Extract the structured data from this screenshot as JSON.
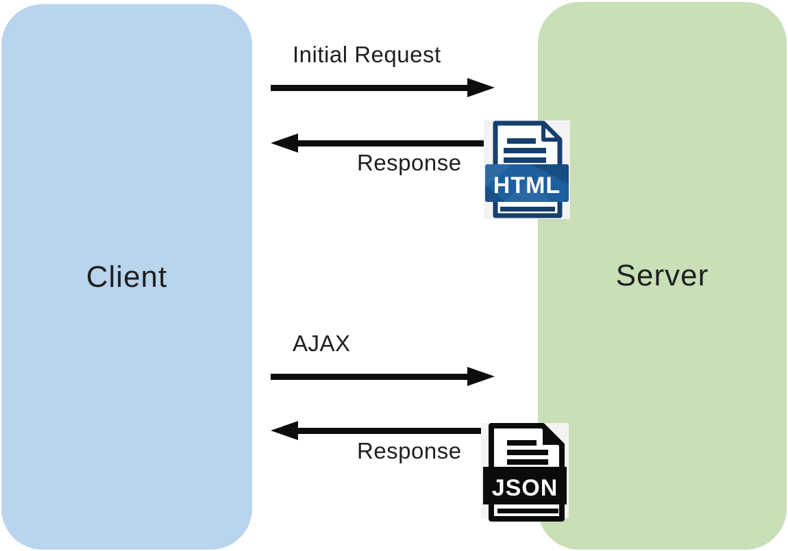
{
  "diagram": {
    "client": {
      "label": "Client"
    },
    "server": {
      "label": "Server"
    },
    "messages": [
      {
        "label": "Initial Request",
        "direction": "right"
      },
      {
        "label": "Response",
        "direction": "left",
        "payload": "HTML"
      },
      {
        "label": "AJAX",
        "direction": "right"
      },
      {
        "label": "Response",
        "direction": "left",
        "payload": "JSON"
      }
    ],
    "icons": {
      "html_file": {
        "label": "HTML"
      },
      "json_file": {
        "label": "JSON"
      }
    },
    "colors": {
      "client-fill": "#b9d4ed",
      "server-fill": "#c8dfb7",
      "text-ink": "#1f1f1f",
      "arrow-ink": "#0d0d0d",
      "html-outline": "#173f6e",
      "html-banner": "#1d5f9e",
      "json-ink": "#0b0b0b",
      "icon-bg": "#f3f3f3"
    }
  }
}
